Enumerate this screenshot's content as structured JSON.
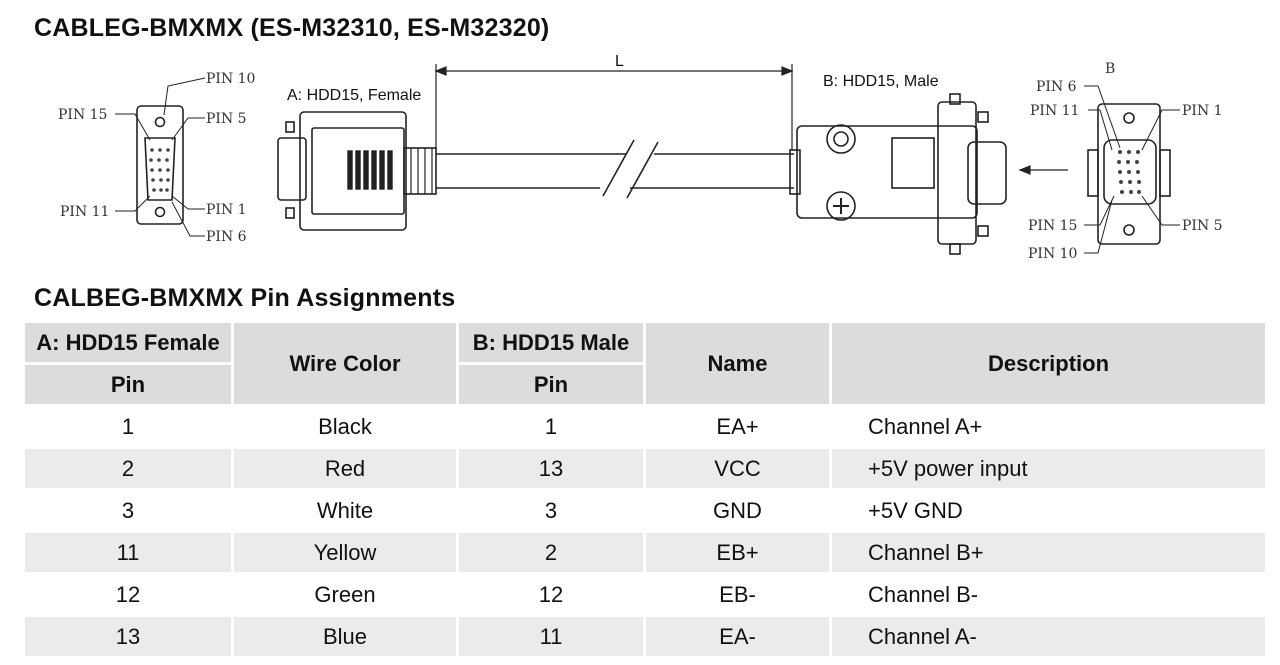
{
  "title": "CABLEG-BMXMX (ES-M32310, ES-M32320)",
  "diagram": {
    "left_connector_labels": {
      "pin10": "PIN 10",
      "pin15": "PIN 15",
      "pin5": "PIN 5",
      "pin11": "PIN 11",
      "pin1": "PIN 1",
      "pin6": "PIN 6"
    },
    "connector_a_label": "A: HDD15, Female",
    "length_label": "L",
    "connector_b_label": "B: HDD15, Male",
    "right_connector_labels": {
      "b": "B",
      "pin6": "PIN 6",
      "pin11": "PIN 11",
      "pin1": "PIN 1",
      "pin15": "PIN 15",
      "pin5": "PIN 5",
      "pin10": "PIN 10"
    }
  },
  "table": {
    "title": "CALBEG-BMXMX Pin Assignments",
    "headers": {
      "a_top": "A: HDD15 Female",
      "a_bottom": "Pin",
      "wire_color": "Wire Color",
      "b_top": "B: HDD15 Male",
      "b_bottom": "Pin",
      "name": "Name",
      "description": "Description"
    },
    "rows": [
      {
        "a_pin": "1",
        "wire_color": "Black",
        "b_pin": "1",
        "name": "EA+",
        "description": "Channel A+"
      },
      {
        "a_pin": "2",
        "wire_color": "Red",
        "b_pin": "13",
        "name": "VCC",
        "description": "+5V power input"
      },
      {
        "a_pin": "3",
        "wire_color": "White",
        "b_pin": "3",
        "name": "GND",
        "description": "+5V GND"
      },
      {
        "a_pin": "11",
        "wire_color": "Yellow",
        "b_pin": "2",
        "name": "EB+",
        "description": "Channel B+"
      },
      {
        "a_pin": "12",
        "wire_color": "Green",
        "b_pin": "12",
        "name": "EB-",
        "description": "Channel B-"
      },
      {
        "a_pin": "13",
        "wire_color": "Blue",
        "b_pin": "11",
        "name": "EA-",
        "description": "Channel A-"
      }
    ]
  }
}
